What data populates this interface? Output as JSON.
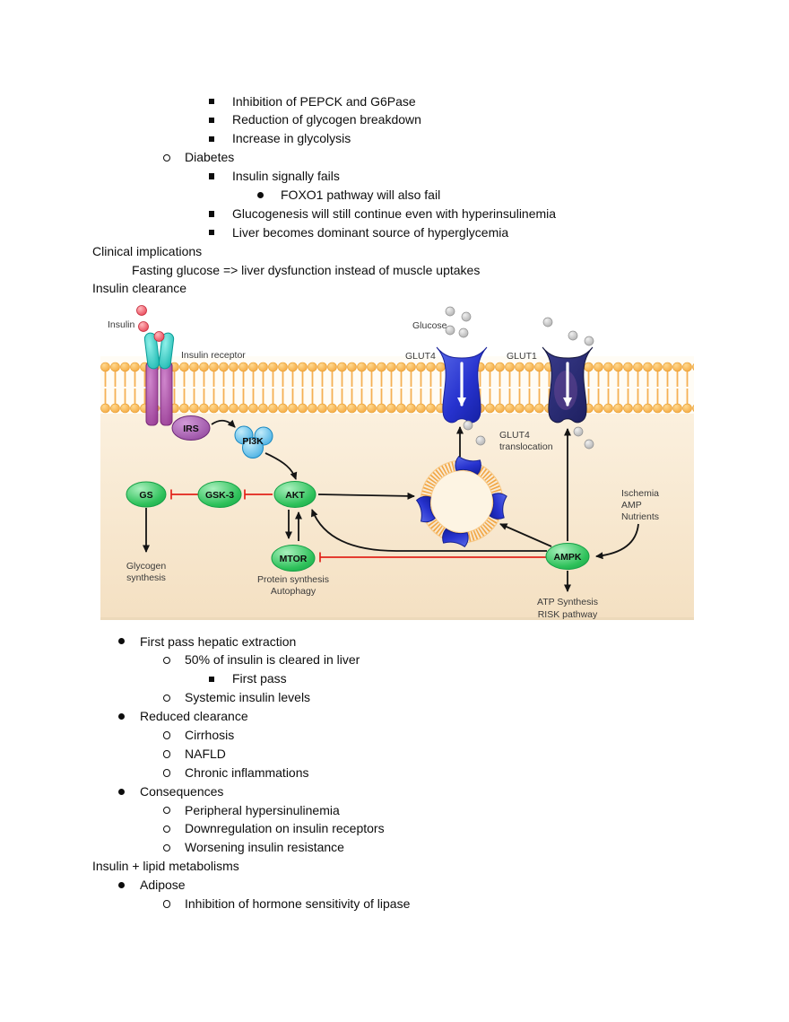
{
  "notes_top": {
    "lines": [
      {
        "level": "3",
        "marker": "square",
        "text": "Inhibition of PEPCK and G6Pase"
      },
      {
        "level": "3",
        "marker": "square",
        "text": "Reduction of glycogen breakdown"
      },
      {
        "level": "3",
        "marker": "square",
        "text": "Increase in glycolysis"
      },
      {
        "level": "2",
        "marker": "circle",
        "text": "Diabetes"
      },
      {
        "level": "3",
        "marker": "square",
        "text": "Insulin signally fails"
      },
      {
        "level": "4",
        "marker": "disc",
        "text": "FOXO1 pathway will also fail"
      },
      {
        "level": "3",
        "marker": "square",
        "text": "Glucogenesis will still continue even with hyperinsulinemia"
      },
      {
        "level": "3",
        "marker": "square",
        "text": "Liver becomes dominant source of hyperglycemia"
      },
      {
        "level": "0",
        "marker": "none",
        "text": "Clinical implications"
      },
      {
        "level": "i",
        "marker": "none",
        "text": "Fasting glucose => liver dysfunction instead of muscle uptakes"
      },
      {
        "level": "0",
        "marker": "none",
        "text": "Insulin clearance"
      }
    ]
  },
  "notes_bottom": {
    "lines": [
      {
        "level": "1",
        "marker": "disc",
        "text": "First pass hepatic extraction"
      },
      {
        "level": "2",
        "marker": "circle",
        "text": "50% of insulin is cleared in liver"
      },
      {
        "level": "3",
        "marker": "square",
        "text": "First pass"
      },
      {
        "level": "2",
        "marker": "circle",
        "text": "Systemic insulin levels"
      },
      {
        "level": "1",
        "marker": "disc",
        "text": "Reduced clearance"
      },
      {
        "level": "2",
        "marker": "circle",
        "text": "Cirrhosis"
      },
      {
        "level": "2",
        "marker": "circle",
        "text": "NAFLD"
      },
      {
        "level": "2",
        "marker": "circle",
        "text": "Chronic inflammations"
      },
      {
        "level": "1",
        "marker": "disc",
        "text": "Consequences"
      },
      {
        "level": "2",
        "marker": "circle",
        "text": "Peripheral hypersinulinemia"
      },
      {
        "level": "2",
        "marker": "circle",
        "text": "Downregulation on insulin receptors"
      },
      {
        "level": "2",
        "marker": "circle",
        "text": "Worsening insulin resistance"
      },
      {
        "level": "0",
        "marker": "none",
        "text": "Insulin + lipid metabolisms"
      },
      {
        "level": "1",
        "marker": "disc",
        "text": "Adipose"
      },
      {
        "level": "2",
        "marker": "circle",
        "text": "Inhibition of hormone sensitivity of lipase"
      }
    ]
  },
  "diagram": {
    "insulin": "Insulin",
    "insulin_receptor": "Insulin receptor",
    "glucose": "Glucose",
    "glut4": "GLUT4",
    "glut1": "GLUT1",
    "irs": "IRS",
    "pi3k": "PI3K",
    "gs": "GS",
    "gsk3": "GSK-3",
    "akt": "AKT",
    "mtor": "MTOR",
    "ampk": "AMPK",
    "translocation_l1": "GLUT4",
    "translocation_l2": "translocation",
    "glycogen_l1": "Glycogen",
    "glycogen_l2": "synthesis",
    "protein_l1": "Protein synthesis",
    "protein_l2": "Autophagy",
    "stress_l1": "Ischemia",
    "stress_l2": "AMP",
    "stress_l3": "Nutrients",
    "atp_l1": "ATP Synthesis",
    "atp_l2": "RISK pathway",
    "colors": {
      "membrane_orange": "#f5a93e",
      "cytoplasm_beige": "#f8e9d4",
      "glut4_blue": "#2733cf",
      "glut1_navy": "#26276e",
      "node_green": "#2ec15a",
      "receptor_teal": "#12c7bf",
      "receptor_purple": "#9d3f9b",
      "irs_purple": "#8a3c96",
      "pi3k_blue": "#45b9ea",
      "inhibition_red": "#e2231a",
      "insulin_red": "#e9404f",
      "glucose_gray": "#b5b5b5"
    }
  }
}
